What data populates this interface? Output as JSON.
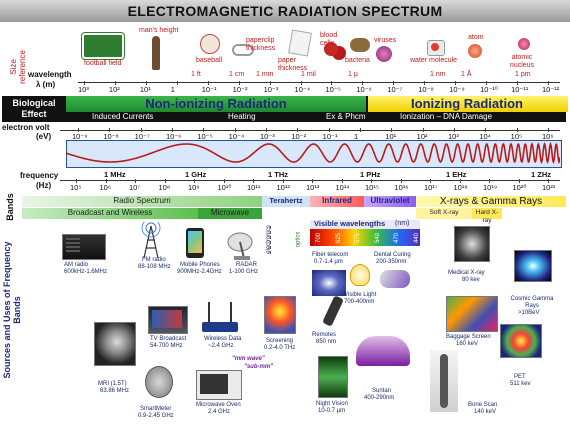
{
  "title": "ELECTROMAGNETIC RADIATION SPECTRUM",
  "size_reference": {
    "label": "Size reference",
    "items": [
      {
        "label": "football field",
        "color": "#2e7d32"
      },
      {
        "label": "man's height",
        "color": "#6d4c2f"
      },
      {
        "label": "baseball",
        "color": "#e8e0d0"
      },
      {
        "label": "paperclip thickness",
        "color": "#bdbdbd"
      },
      {
        "label": "paper thickness",
        "color": "#f5f5f5"
      },
      {
        "label": "blood cells",
        "color": "#c62828"
      },
      {
        "label": "bacteria",
        "color": "#8e6b3d"
      },
      {
        "label": "viruses",
        "color": "#b03a8a"
      },
      {
        "label": "water molecule",
        "color": "#e53935"
      },
      {
        "label": "atom",
        "color": "#ff7043"
      },
      {
        "label": "atomic nucleus",
        "color": "#e57373"
      }
    ],
    "scale_labels": [
      "1 ft",
      "1 cm",
      "1 mm",
      "1 mil",
      "1 µ",
      "1 nm",
      "1 Å",
      "1 pm"
    ]
  },
  "wavelength": {
    "label": "wavelength",
    "unit": "λ (m)",
    "ticks": [
      "10³",
      "10²",
      "10¹",
      "1",
      "10⁻¹",
      "10⁻²",
      "10⁻³",
      "10⁻⁴",
      "10⁻⁵",
      "10⁻⁶",
      "10⁻⁷",
      "10⁻⁸",
      "10⁻⁹",
      "10⁻¹⁰",
      "10⁻¹¹",
      "10⁻¹²"
    ]
  },
  "biological_effect": {
    "label": "Biological Effect",
    "non_ionizing": "Non-ionizing Radiation",
    "ionizing": "Ionizing Radiation",
    "subs": [
      "Induced Currents",
      "Heating",
      "Ex & Phcm",
      "Ionization – DNA Damage"
    ]
  },
  "electron_volt": {
    "label": "electron volt",
    "unit": "(eV)",
    "ticks": [
      "10⁻⁹",
      "10⁻⁸",
      "10⁻⁷",
      "10⁻⁶",
      "10⁻⁵",
      "10⁻⁴",
      "10⁻³",
      "10⁻²",
      "10⁻¹",
      "1",
      "10¹",
      "10²",
      "10³",
      "10⁴",
      "10⁵",
      "10⁶"
    ]
  },
  "frequency": {
    "label": "frequency",
    "unit": "(Hz)",
    "markers": [
      "1 MHz",
      "1 GHz",
      "1 THz",
      "1 PHz",
      "1 EHz",
      "1 ZHz"
    ],
    "ticks": [
      "10⁵",
      "10⁶",
      "10⁷",
      "10⁸",
      "10⁹",
      "10¹⁰",
      "10¹¹",
      "10¹²",
      "10¹³",
      "10¹⁴",
      "10¹⁵",
      "10¹⁶",
      "10¹⁷",
      "10¹⁸",
      "10¹⁹",
      "10²⁰",
      "10²¹"
    ]
  },
  "bands": {
    "label": "Bands",
    "radio_spectrum": "Radio Spectrum",
    "broadcast": "Broadcast and Wireless",
    "microwave": "Microwave",
    "terahertz": "Terahertz",
    "infrared": "Infrared",
    "ultraviolet": "Ultraviolet",
    "xray_gamma": "X-rays & Gamma Rays",
    "soft_xray": "Soft X-ray",
    "hard_xray": "Hard X-ray",
    "visible": "Visible wavelengths",
    "visible_unit": "(nm)",
    "visible_ticks": [
      "700",
      "625",
      "575",
      "540",
      "470",
      "440"
    ],
    "electronics": "electronics",
    "optics": "optics",
    "mm_wave": "\"mm wave\"",
    "sub_mm": "\"sub-mm\""
  },
  "sources": {
    "label": "Sources and Uses of Frequency Bands",
    "items": [
      {
        "name": "AM radio",
        "value": "600kHz-1.6MHz"
      },
      {
        "name": "FM radio",
        "value": "88-108 MHz"
      },
      {
        "name": "Mobile Phones",
        "value": "900MHz-2.4GHz"
      },
      {
        "name": "RADAR",
        "value": "1-100 GHz"
      },
      {
        "name": "TV Broadcast",
        "value": "54-700 MHz"
      },
      {
        "name": "Wireless Data",
        "value": "~2.4 GHz"
      },
      {
        "name": "MRI (1.5T)",
        "value": "63.86 MHz"
      },
      {
        "name": "SmartMeter",
        "value": "0.9-2.45 GHz"
      },
      {
        "name": "Microwave Oven",
        "value": "2.4 GHz"
      },
      {
        "name": "Screening",
        "value": "0.2-4.0 THz"
      },
      {
        "name": "Fiber telecom",
        "value": "0.7-1.4 µm"
      },
      {
        "name": "Visible Light",
        "value": "700-400nm"
      },
      {
        "name": "Remotes",
        "value": "850 nm"
      },
      {
        "name": "Night Vision",
        "value": "10-0.7 µm"
      },
      {
        "name": "Dental Curing",
        "value": "200-350nm"
      },
      {
        "name": "Suntan",
        "value": "400-290nm"
      },
      {
        "name": "Medical X-ray",
        "value": "80 kev"
      },
      {
        "name": "Baggage Screen",
        "value": "160 keV"
      },
      {
        "name": "Cosmic Gamma Rays",
        "value": ">10BeV"
      },
      {
        "name": "PET",
        "value": "511 kev"
      },
      {
        "name": "Bone Scan",
        "value": "140 keV"
      }
    ]
  }
}
